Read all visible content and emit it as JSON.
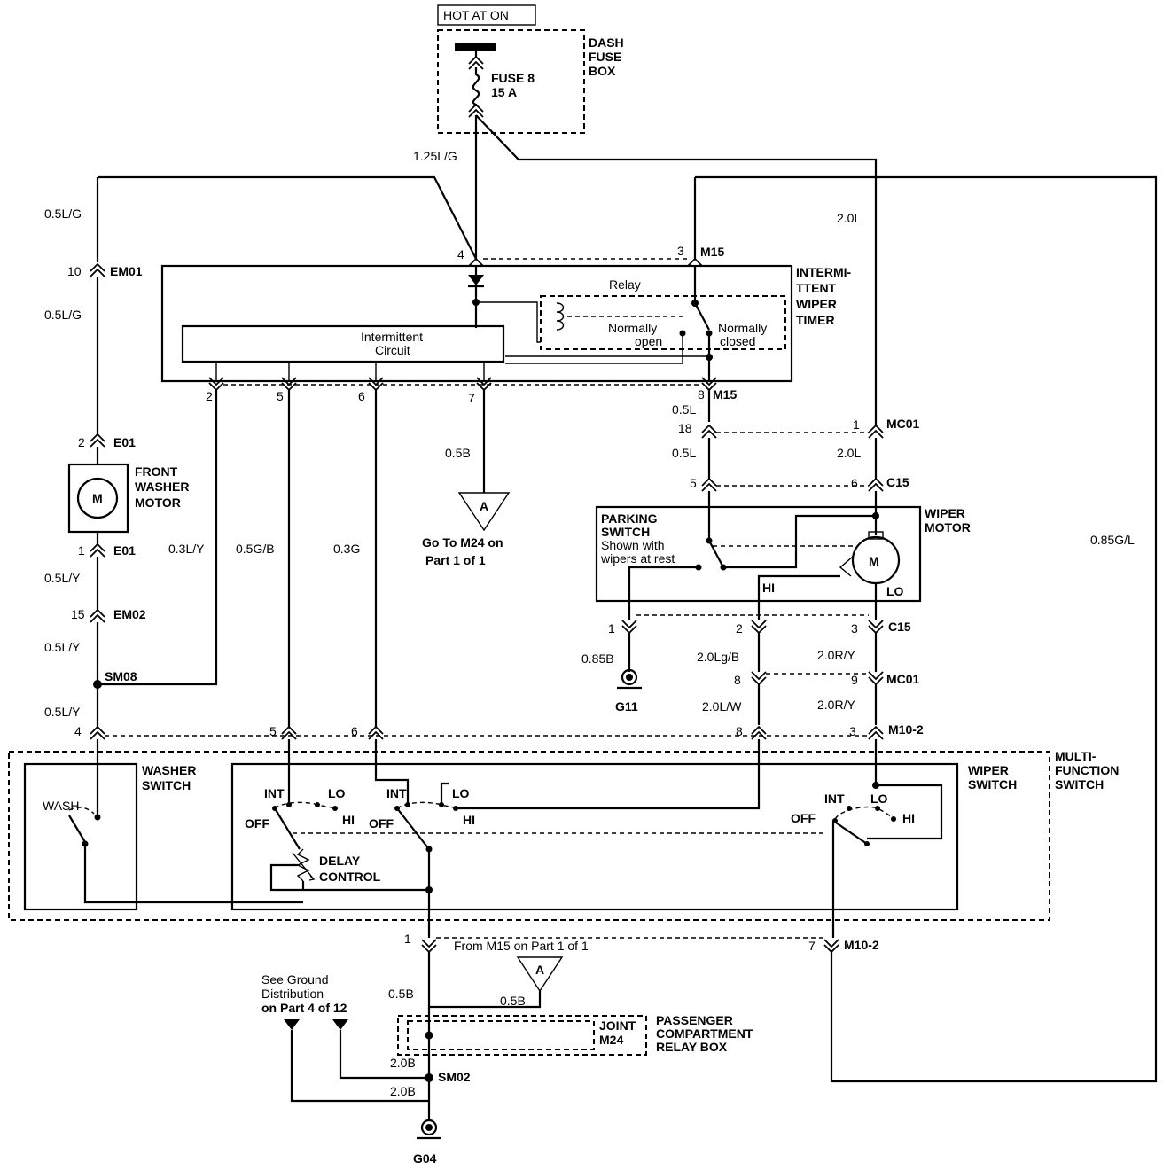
{
  "diagram": {
    "hot_at_on": "HOT AT ON",
    "dash_fuse_box": [
      "DASH",
      "FUSE",
      "BOX"
    ],
    "fuse": [
      "FUSE 8",
      "15 A"
    ],
    "timer": {
      "title": [
        "INTERMI-",
        "TTENT",
        "WIPER",
        "TIMER"
      ],
      "relay": "Relay",
      "normally_open": [
        "Normally",
        "open"
      ],
      "normally_closed": [
        "Normally",
        "closed"
      ],
      "circuit": [
        "Intermittent",
        "Circuit"
      ]
    },
    "front_washer_motor": [
      "FRONT",
      "WASHER",
      "MOTOR"
    ],
    "motor_letter": "M",
    "ground_a_letter": "A",
    "go_to": [
      "Go To M24 on",
      "Part 1 of 1"
    ],
    "parking_switch": [
      "PARKING",
      "SWITCH",
      "Shown with",
      "wipers at rest"
    ],
    "wiper_motor": [
      "WIPER",
      "MOTOR"
    ],
    "hi": "HI",
    "lo": "LO",
    "multi_function_switch": [
      "MULTI-",
      "FUNCTION",
      "SWITCH"
    ],
    "washer_switch": [
      "WASHER",
      "SWITCH"
    ],
    "wash": "WASH",
    "wiper_switch": [
      "WIPER",
      "SWITCH"
    ],
    "int": "INT",
    "off": "OFF",
    "delay_control": [
      "DELAY",
      "CONTROL"
    ],
    "from_m15": "From M15 on Part 1 of 1",
    "see_ground": [
      "See Ground",
      "Distribution",
      "on Part 4 of 12"
    ],
    "joint": [
      "JOINT",
      "M24"
    ],
    "passenger_relay_box": [
      "PASSENGER",
      "COMPARTMENT",
      "RELAY BOX"
    ],
    "grounds": {
      "g11": "G11",
      "g04": "G04"
    },
    "wires": {
      "w125lg": "1.25L/G",
      "w05lg_a": "0.5L/G",
      "w05lg_b": "0.5L/G",
      "w20l_a": "2.0L",
      "w05l_a": "0.5L",
      "w20l_b": "2.0L",
      "w05l_b": "0.5L",
      "w05b_a": "0.5B",
      "w03ly": "0.3L/Y",
      "w05gb": "0.5G/B",
      "w03g": "0.3G",
      "w05ly_a": "0.5L/Y",
      "w05ly_b": "0.5L/Y",
      "w05ly_c": "0.5L/Y",
      "w085gl": "0.85G/L",
      "w085b": "0.85B",
      "w20lgb": "2.0Lg/B",
      "w20ry_a": "2.0R/Y",
      "w20lw": "2.0L/W",
      "w20ry_b": "2.0R/Y",
      "w05b_b": "0.5B",
      "w05b_c": "0.5B",
      "w20b_a": "2.0B",
      "w20b_b": "2.0B"
    },
    "connectors": {
      "em01": "EM01",
      "e01_a": "E01",
      "e01_b": "E01",
      "em02": "EM02",
      "sm08": "SM08",
      "m15_a": "M15",
      "m15_b": "M15",
      "mc01_a": "MC01",
      "c15_a": "C15",
      "c15_b": "C15",
      "mc01_b": "MC01",
      "m10_2_a": "M10-2",
      "m10_2_b": "M10-2",
      "sm02": "SM02"
    },
    "pins": {
      "p10": "10",
      "p2a": "2",
      "p1a": "1",
      "p15": "15",
      "p4a": "4",
      "p4t": "4",
      "p3t": "3",
      "p2t": "2",
      "p5t": "5",
      "p6t": "6",
      "p7t": "7",
      "p8t": "8",
      "p18": "18",
      "p1mc": "1",
      "p5c": "5",
      "p6c": "6",
      "p1c": "1",
      "p2c": "2",
      "p3c": "3",
      "p8mc": "8",
      "p9mc": "9",
      "p5m": "5",
      "p6m": "6",
      "p8m": "8",
      "p3m": "3",
      "p1b": "1",
      "p7b": "7"
    }
  }
}
